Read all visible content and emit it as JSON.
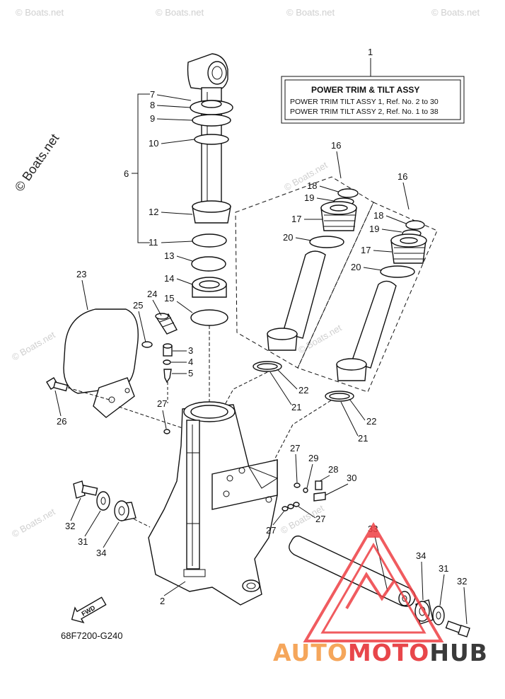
{
  "diagram": {
    "code": "68F7200-G240",
    "fwd_label": "FWD",
    "assembly_ref": "1",
    "assembly_box": {
      "title": "POWER TRIM & TILT ASSY",
      "line1": "POWER TRIM TILT ASSY 1,  Ref. No. 2 to 30",
      "line2": "POWER TRIM TILT ASSY 2,  Ref. No. 1 to 38"
    },
    "labels": {
      "n2": "2",
      "n3": "3",
      "n4": "4",
      "n5": "5",
      "n6": "6",
      "n7": "7",
      "n8": "8",
      "n9": "9",
      "n10": "10",
      "n11": "11",
      "n12": "12",
      "n13": "13",
      "n14": "14",
      "n15": "15",
      "n16a": "16",
      "n16b": "16",
      "n17a": "17",
      "n17b": "17",
      "n18a": "18",
      "n18b": "18",
      "n19a": "19",
      "n19b": "19",
      "n20a": "20",
      "n20b": "20",
      "n21a": "21",
      "n21b": "21",
      "n22a": "22",
      "n22b": "22",
      "n23": "23",
      "n24": "24",
      "n25": "25",
      "n26": "26",
      "n27a": "27",
      "n27b": "27",
      "n27c": "27",
      "n27d": "27",
      "n28": "28",
      "n29": "29",
      "n30": "30",
      "n31a": "31",
      "n31b": "31",
      "n32a": "32",
      "n32b": "32",
      "n33": "33",
      "n34a": "34",
      "n34b": "34"
    }
  },
  "watermarks": {
    "boats": "© Boats.net",
    "brand_auto": "AUTO",
    "brand_moto": "MOTO",
    "brand_hub": "HUB"
  },
  "colors": {
    "brand_orange": "#f5a65b",
    "brand_red": "#e8464a",
    "brand_dark": "#3a3a3a",
    "logo_triangle": "#ee3f44"
  }
}
